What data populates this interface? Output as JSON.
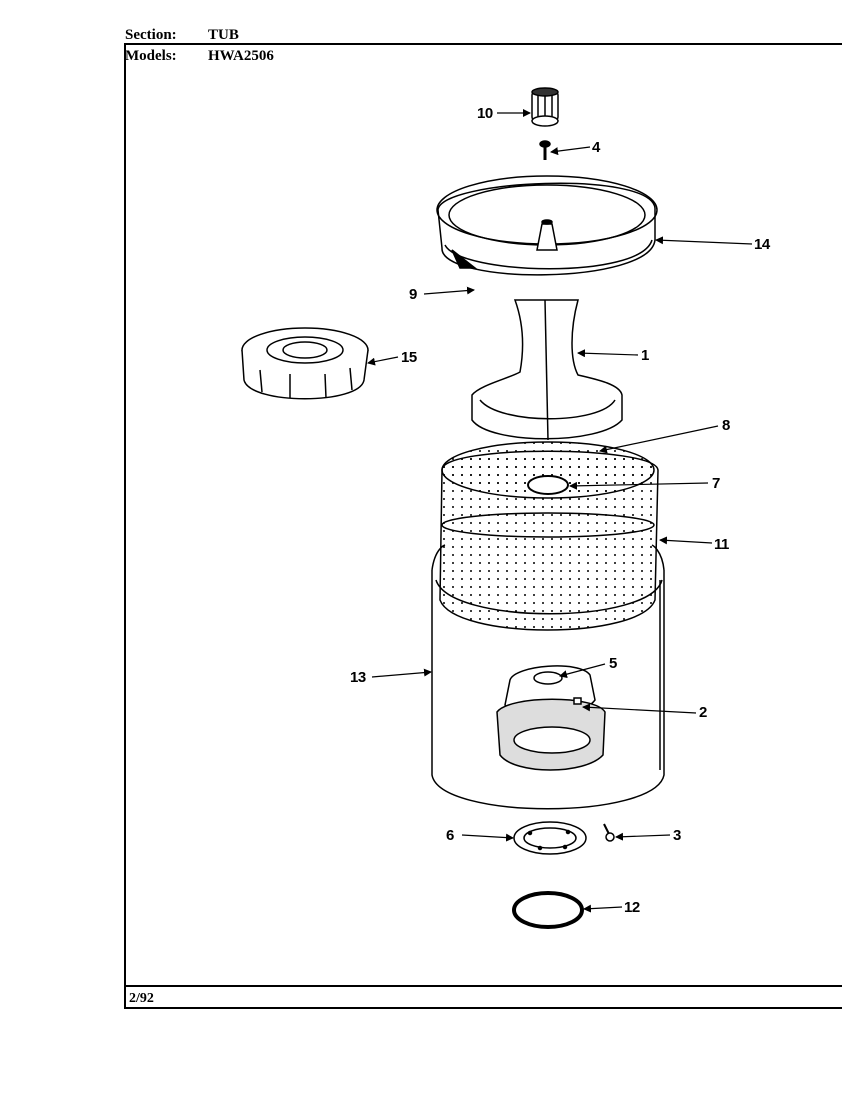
{
  "header": {
    "section_label": "Section:",
    "section_value": "TUB",
    "models_label": "Models:",
    "models_value": "HWA2506"
  },
  "footer": {
    "date": "2/92"
  },
  "callouts": [
    {
      "id": "c10",
      "label": "10"
    },
    {
      "id": "c4",
      "label": "4"
    },
    {
      "id": "c14",
      "label": "14"
    },
    {
      "id": "c9",
      "label": "9"
    },
    {
      "id": "c15",
      "label": "15"
    },
    {
      "id": "c1",
      "label": "1"
    },
    {
      "id": "c8",
      "label": "8"
    },
    {
      "id": "c7",
      "label": "7"
    },
    {
      "id": "c11",
      "label": "11"
    },
    {
      "id": "c13",
      "label": "13"
    },
    {
      "id": "c5",
      "label": "5"
    },
    {
      "id": "c2",
      "label": "2"
    },
    {
      "id": "c6",
      "label": "6"
    },
    {
      "id": "c3",
      "label": "3"
    },
    {
      "id": "c12",
      "label": "12"
    }
  ]
}
